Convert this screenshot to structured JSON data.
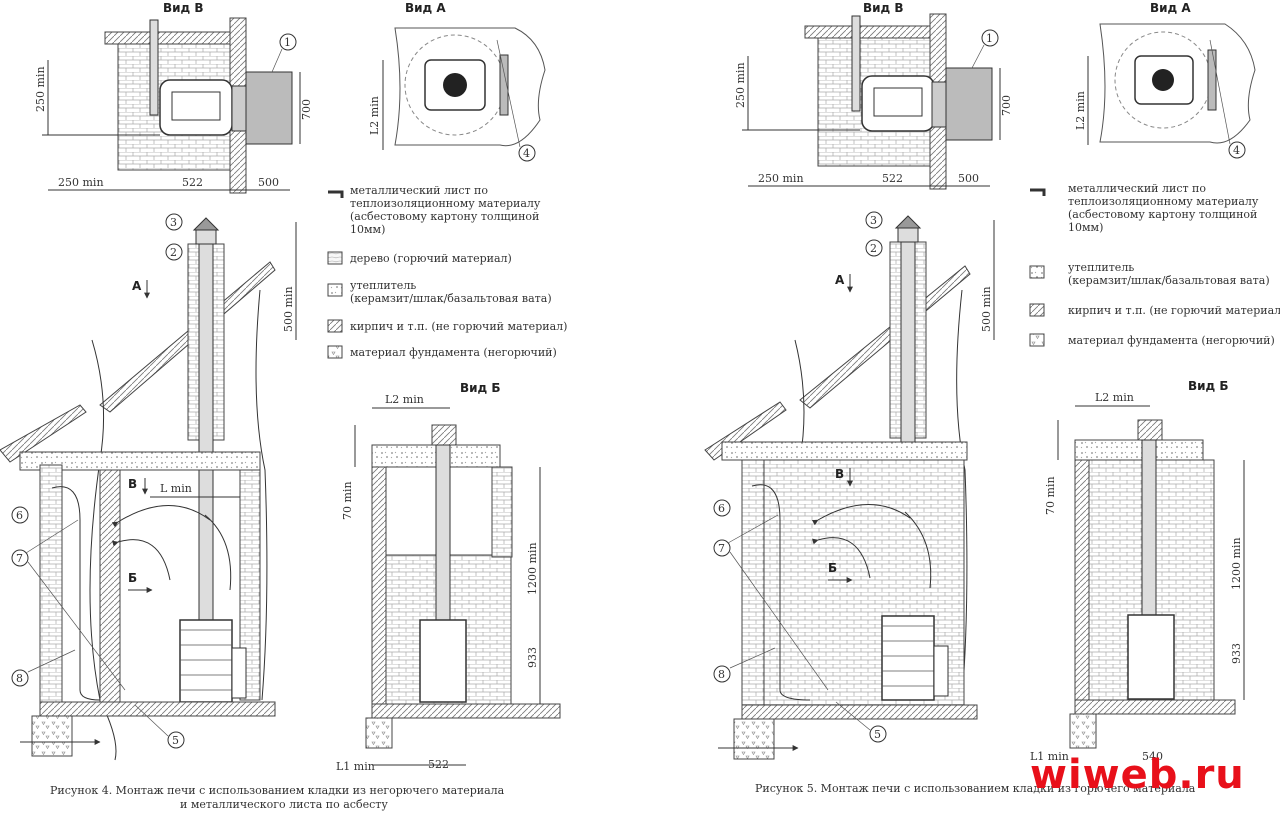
{
  "left_figure": {
    "caption": "Рисунок 4.  Монтаж печи с использованием кладки из негорючего материала",
    "caption_line2": "и металлического листа по асбесту",
    "view_v_label": "Вид В",
    "view_a_label": "Вид А",
    "view_b_label": "Вид Б",
    "dim_250min_v": "250 min",
    "dim_250min_h": "250 min",
    "dim_522": "522",
    "dim_500": "500",
    "dim_700": "700",
    "dim_l2min_a": "L2 min",
    "dim_500min": "500 min",
    "dim_l2min_b": "L2 min",
    "dim_70min": "70 min",
    "dim_1200min": "1200 min",
    "dim_933": "933",
    "dim_l1min": "L1 min",
    "dim_522_b": "522",
    "dim_lmin": "L min",
    "arrow_a": "А",
    "arrow_b": "Б",
    "arrow_v": "В",
    "callouts": [
      "1",
      "2",
      "3",
      "4",
      "5",
      "6",
      "7",
      "8"
    ]
  },
  "right_figure": {
    "caption": "Рисунок 5.  Монтаж печи с использованием кладки из горючего материала",
    "view_v_label": "Вид В",
    "view_a_label": "Вид А",
    "view_b_label": "Вид Б",
    "dim_250min_v": "250 min",
    "dim_250min_h": "250 min",
    "dim_522": "522",
    "dim_500": "500",
    "dim_700": "700",
    "dim_l2min_a": "L2 min",
    "dim_500min": "500 min",
    "dim_l2min_b": "L2 min",
    "dim_70min": "70 min",
    "dim_1200min": "1200 min",
    "dim_933": "933",
    "dim_l1min": "L1 min",
    "dim_540": "540",
    "arrow_a": "А",
    "arrow_b": "Б",
    "arrow_v": "В",
    "callouts": [
      "1",
      "2",
      "3",
      "4",
      "5",
      "6",
      "7",
      "8"
    ]
  },
  "legend_left": [
    {
      "key": "metal",
      "text1": "металлический лист по",
      "text2": "теплоизоляционному материалу",
      "text3": "(асбестовому картону толщиной",
      "text4": "10мм)"
    },
    {
      "key": "wood",
      "text1": "дерево (горючий материал)"
    },
    {
      "key": "ins",
      "text1": "утеплитель",
      "text2": "(керамзит/шлак/базальтовая вата)"
    },
    {
      "key": "brick",
      "text1": "кирпич и т.п. (не горючий материал)"
    },
    {
      "key": "fnd",
      "text1": "материал фундамента (негорючий)"
    }
  ],
  "legend_right": [
    {
      "key": "metal",
      "text1": "металлический лист по",
      "text2": "теплоизоляционному материалу",
      "text3": "(асбестовому картону толщиной",
      "text4": "10мм)"
    },
    {
      "key": "ins",
      "text1": "утеплитель",
      "text2": "(керамзит/шлак/базальтовая вата)"
    },
    {
      "key": "brick",
      "text1": "кирпич и т.п. (не горючий материал)"
    },
    {
      "key": "fnd",
      "text1": "материал фундамента (негорючий)"
    }
  ],
  "watermark": "wiweb.ru",
  "colors": {
    "watermark": "#e8101a",
    "line": "#333333"
  }
}
